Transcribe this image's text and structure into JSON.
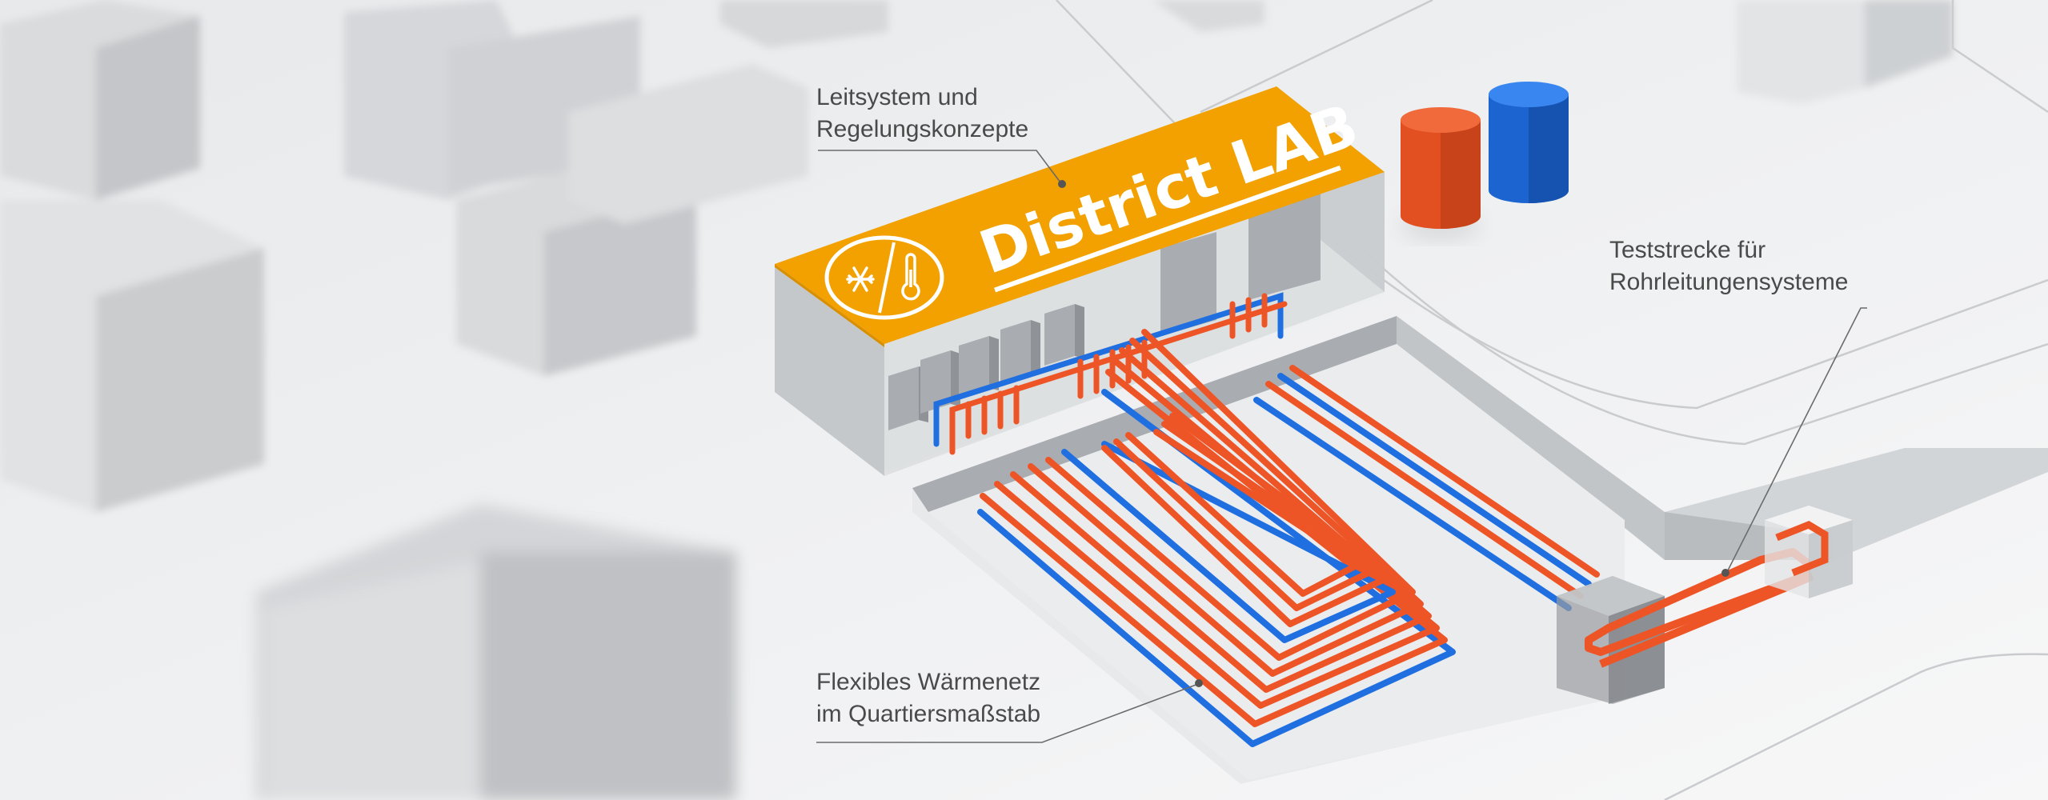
{
  "lab_sign": {
    "text": "District LAB"
  },
  "callouts": {
    "control": {
      "line1": "Leitsystem und",
      "line2": "Regelungskonzepte"
    },
    "test": {
      "line1": "Teststrecke für",
      "line2": "Rohrleitungensysteme"
    },
    "network": {
      "line1": "Flexibles Wärmenetz",
      "line2": "im Quartiersmaßstab"
    }
  },
  "icons": [
    "snowflake-icon",
    "thermometer-icon"
  ],
  "colors": {
    "accent": "#f2a100",
    "hot": "#ee5526",
    "cold": "#1f6fe0",
    "text": "#4a4a4a",
    "leader": "#6b6b6b"
  }
}
